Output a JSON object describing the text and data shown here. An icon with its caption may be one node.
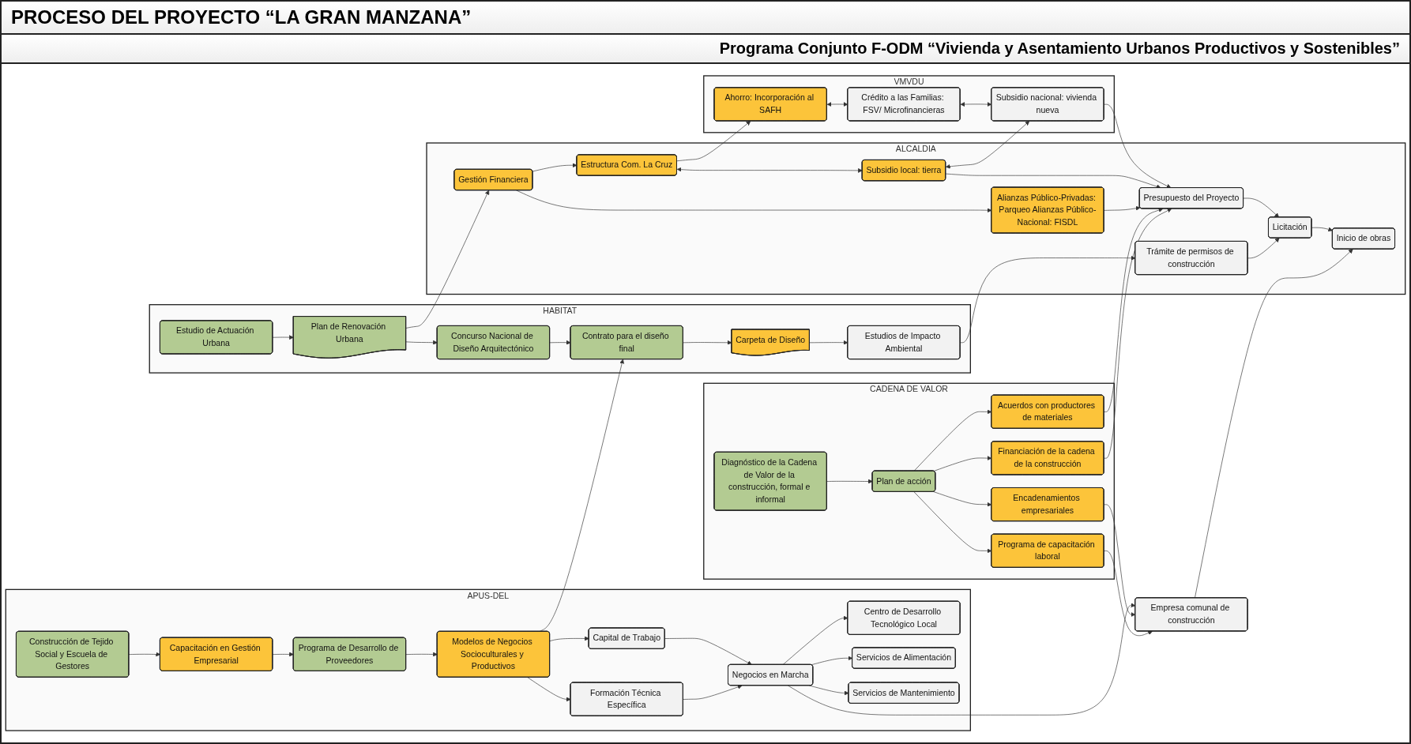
{
  "diagram": {
    "title": "PROCESO DEL PROYECTO “LA GRAN MANZANA”",
    "nodes": [
      {
        "text": [
          "VMVDU"
        ]
      },
      {
        "text": [
          "Ahorro: Incorporación al SAFH"
        ],
        "in": 0
      },
      {
        "text": [
          "Crédito a las Familias: FSV/ Microfinancieras"
        ],
        "in": 0
      },
      {
        "text": [
          "Subsidio nacional: vivienda nueva"
        ],
        "in": 0
      },
      {
        "text": [
          "ALCALDIA"
        ]
      },
      {
        "text": [
          "Gestión Financiera"
        ],
        "in": 4
      },
      {
        "text": [
          "Estructura Com. La Cruz"
        ],
        "in": 4
      },
      {
        "text": [
          "Alianzas Público-Privadas: Parqueo Alianzas Público-Nacional: FISDL"
        ],
        "in": 4
      },
      {
        "text": [
          "Subsidio local: tierra"
        ],
        "in": 4
      },
      {
        "text": [
          "Presupuesto del Proyecto"
        ],
        "in": 4
      },
      {
        "text": [
          "Trámite de permisos de construcción"
        ],
        "in": 4
      },
      {
        "text": [
          "Licitación"
        ],
        "in": 4
      },
      {
        "text": [
          "Inicio de obras"
        ],
        "in": 4
      },
      {
        "text": [
          "HABITAT"
        ]
      },
      {
        "text": [
          "Estudio de Actuación Urbana"
        ],
        "in": 13
      },
      {
        "text": [
          "Plan de Renovación Urbana"
        ],
        "in": 13
      },
      {
        "text": [
          "Concurso Nacional de Diseño Arquitectónico"
        ],
        "in": 13
      },
      {
        "text": [
          "Contrato para el diseño final"
        ],
        "in": 13
      },
      {
        "text": [
          "Carpeta de Diseño"
        ],
        "in": 13
      },
      {
        "text": [
          "Estudios de Impacto Ambiental"
        ],
        "in": 13
      },
      {
        "text": [
          "APUS-DEL"
        ]
      },
      {
        "text": [
          "Construcción de Tejido Social y Escuela de Gestores"
        ],
        "in": 20
      },
      {
        "text": [
          "Capacitación en Gestión Empresarial"
        ],
        "in": 20
      },
      {
        "text": [
          "Programa de Desarrollo de Proveedores"
        ],
        "in": 20
      },
      {
        "text": [
          "Modelos de Negocios Socioculturales y Productivos"
        ],
        "in": 20
      },
      {
        "text": [
          "Capital de Trabajo"
        ],
        "in": 20
      },
      {
        "text": [
          "Formación Técnica Específica"
        ],
        "in": 20
      },
      {
        "text": [
          "Negocios en Marcha"
        ],
        "in": 20
      },
      {
        "text": [
          "Centro de Desarrollo Tecnológico Local"
        ],
        "in": 20
      },
      {
        "text": [
          "Servicios de Alimentación"
        ],
        "in": 20
      },
      {
        "text": [
          "Servicios de Mantenimiento"
        ],
        "in": 20
      },
      {
        "text": [
          "CADENA DE VALOR"
        ]
      },
      {
        "text": [
          "Diagnóstico de la Cadena de Valor de la construcción, formal e informal"
        ],
        "in": 31
      },
      {
        "text": [
          "Plan de acción"
        ],
        "in": 31
      },
      {
        "text": [
          "Acuerdos con productores de materiales"
        ],
        "in": 31
      },
      {
        "text": [
          "Financiación de la cadena de la construcción"
        ],
        "in": 31
      },
      {
        "text": [
          "Encadenamientos empresariales"
        ],
        "in": 31
      },
      {
        "text": [
          "Programa de capacitación laboral"
        ],
        "in": 31
      },
      {
        "text": [
          "Empresa comunal de construcción"
        ]
      }
    ],
    "edges": [
      {
        "from": 1,
        "to": 2,
        "arrow": "both"
      },
      {
        "from": 2,
        "to": 3,
        "arrow": "both"
      },
      {
        "from": 6,
        "to": 1,
        "arrow": "to"
      },
      {
        "from": 8,
        "to": 3,
        "arrow": "both"
      },
      {
        "from": 3,
        "to": 9,
        "arrow": "to"
      },
      {
        "from": 5,
        "to": 6,
        "arrow": "to"
      },
      {
        "from": 5,
        "to": 7,
        "arrow": "to"
      },
      {
        "from": 6,
        "to": 8,
        "arrow": "both"
      },
      {
        "from": 8,
        "to": 9,
        "arrow": "to"
      },
      {
        "from": 7,
        "to": 9,
        "arrow": "to"
      },
      {
        "from": 9,
        "to": 11,
        "arrow": "to"
      },
      {
        "from": 10,
        "to": 11,
        "arrow": "to"
      },
      {
        "from": 11,
        "to": 12,
        "arrow": "to"
      },
      {
        "from": 15,
        "to": 5,
        "arrow": "to"
      },
      {
        "from": 14,
        "to": 15,
        "arrow": "to"
      },
      {
        "from": 15,
        "to": 16,
        "arrow": "to"
      },
      {
        "from": 16,
        "to": 17,
        "arrow": "to"
      },
      {
        "from": 17,
        "to": 18,
        "arrow": "to"
      },
      {
        "from": 18,
        "to": 19,
        "arrow": "to"
      },
      {
        "from": 19,
        "to": 10,
        "arrow": "to"
      },
      {
        "from": 24,
        "to": 17,
        "arrow": "to"
      },
      {
        "from": 21,
        "to": 22,
        "arrow": "to"
      },
      {
        "from": 22,
        "to": 23,
        "arrow": "to"
      },
      {
        "from": 23,
        "to": 24,
        "arrow": "to"
      },
      {
        "from": 24,
        "to": 25,
        "arrow": "to"
      },
      {
        "from": 24,
        "to": 26,
        "arrow": "to"
      },
      {
        "from": 25,
        "to": 27,
        "arrow": "to"
      },
      {
        "from": 26,
        "to": 27,
        "arrow": "to"
      },
      {
        "from": 27,
        "to": 28,
        "arrow": "to"
      },
      {
        "from": 27,
        "to": 29,
        "arrow": "to"
      },
      {
        "from": 27,
        "to": 30,
        "arrow": "to"
      },
      {
        "from": 27,
        "to": 38,
        "arrow": "to"
      },
      {
        "from": 32,
        "to": 33,
        "arrow": "to"
      },
      {
        "from": 33,
        "to": 34,
        "arrow": "to"
      },
      {
        "from": 33,
        "to": 35,
        "arrow": "to"
      },
      {
        "from": 33,
        "to": 36,
        "arrow": "to"
      },
      {
        "from": 33,
        "to": 37,
        "arrow": "to"
      },
      {
        "from": 34,
        "to": 9,
        "arrow": "to"
      },
      {
        "from": 35,
        "to": 9,
        "arrow": "to"
      },
      {
        "from": 36,
        "to": 38,
        "arrow": "to"
      },
      {
        "from": 37,
        "to": 38,
        "arrow": "to"
      },
      {
        "from": 38,
        "to": 12,
        "arrow": "to"
      }
    ],
    "labels": [
      "Programa Conjunto F-ODM “Vivienda y Asentamiento Urbanos Productivos y Sostenibles”"
    ]
  }
}
